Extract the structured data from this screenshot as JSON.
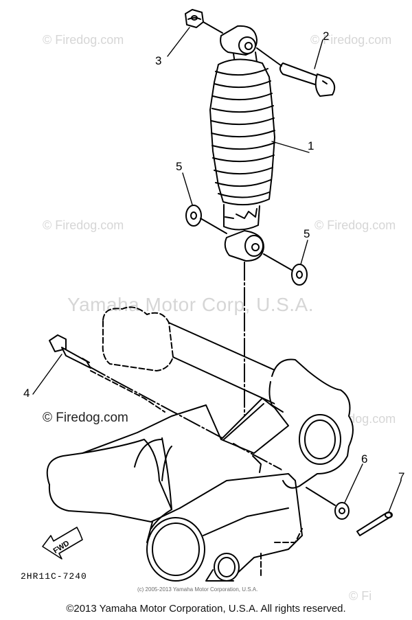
{
  "watermarks": {
    "firedog": "© Firedog.com",
    "firedog_short": "© Fi",
    "yamaha": "Yamaha Motor Corp, U.S.A."
  },
  "diagram": {
    "fig_code": "2HR11C-7240",
    "fwd_label": "FWD",
    "callouts": [
      "1",
      "2",
      "3",
      "4",
      "5",
      "5",
      "6",
      "7"
    ]
  },
  "copyright_small": "(c) 2005-2013 Yamaha Motor Corporation, U.S.A.",
  "footer": "©2013 Yamaha Motor Corporation, U.S.A. All rights reserved.",
  "colors": {
    "ink": "#000000",
    "watermark": "#d6d6d6"
  }
}
